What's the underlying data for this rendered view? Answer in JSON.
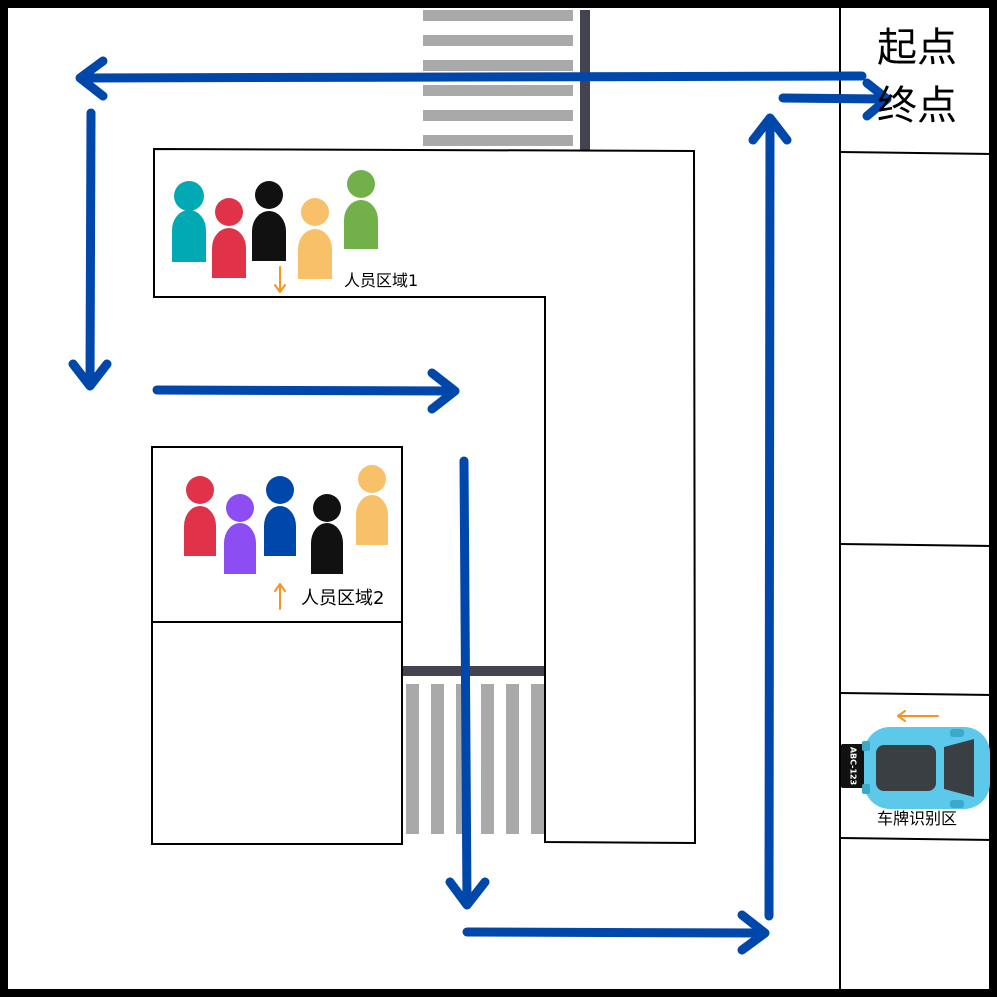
{
  "labels": {
    "start": "起点",
    "end": "终点",
    "zone1": "人员区域1",
    "zone2": "人员区域2",
    "plate_zone": "车牌识别区",
    "plate_number": "ABC-123"
  },
  "colors": {
    "route": "#0047ab",
    "border": "#000000",
    "gate": "#444450",
    "crosswalk": "#a9a9a9",
    "direction_arrow": "#f7941d",
    "car_body": "#5cc8ea",
    "car_roof": "#3a3f44",
    "zone1_people": [
      "#00a9b4",
      "#e0334a",
      "#111111",
      "#f9c06a",
      "#72b04a"
    ],
    "zone2_people": [
      "#e0334a",
      "#8c4df2",
      "#0047ab",
      "#111111",
      "#f9c06a"
    ]
  },
  "icons": {
    "person": "person-icon",
    "car": "car-icon",
    "direction": "direction-arrow-icon"
  }
}
